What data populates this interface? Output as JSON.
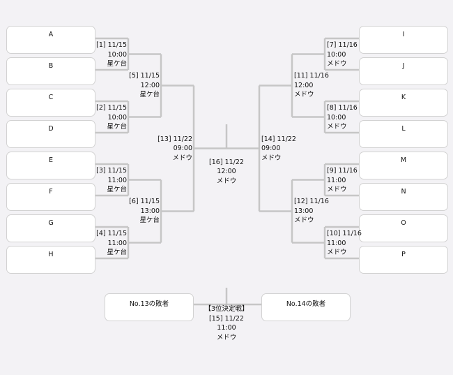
{
  "teams_left": [
    "A",
    "B",
    "C",
    "D",
    "E",
    "F",
    "G",
    "H"
  ],
  "teams_right": [
    "I",
    "J",
    "K",
    "L",
    "M",
    "N",
    "O",
    "P"
  ],
  "matches": {
    "m1": {
      "no": "[1] 11/15",
      "time": "10:00",
      "venue": "星ケ台"
    },
    "m2": {
      "no": "[2] 11/15",
      "time": "10:00",
      "venue": "星ケ台"
    },
    "m3": {
      "no": "[3] 11/15",
      "time": "11:00",
      "venue": "星ケ台"
    },
    "m4": {
      "no": "[4] 11/15",
      "time": "11:00",
      "venue": "星ケ台"
    },
    "m5": {
      "no": "[5] 11/15",
      "time": "12:00",
      "venue": "星ケ台"
    },
    "m6": {
      "no": "[6] 11/15",
      "time": "13:00",
      "venue": "星ケ台"
    },
    "m7": {
      "no": "[7] 11/16",
      "time": "10:00",
      "venue": "メドウ"
    },
    "m8": {
      "no": "[8] 11/16",
      "time": "10:00",
      "venue": "メドウ"
    },
    "m9": {
      "no": "[9] 11/16",
      "time": "11:00",
      "venue": "メドウ"
    },
    "m10": {
      "no": "[10] 11/16",
      "time": "11:00",
      "venue": "メドウ"
    },
    "m11": {
      "no": "[11] 11/16",
      "time": "12:00",
      "venue": "メドウ"
    },
    "m12": {
      "no": "[12] 11/16",
      "time": "13:00",
      "venue": "メドウ"
    },
    "m13": {
      "no": "[13] 11/22",
      "time": "09:00",
      "venue": "メドウ"
    },
    "m14": {
      "no": "[14] 11/22",
      "time": "09:00",
      "venue": "メドウ"
    },
    "m16": {
      "no": "[16] 11/22",
      "time": "12:00",
      "venue": "メドウ"
    },
    "m15": {
      "title": "【3位決定戦】",
      "no": "[15] 11/22",
      "time": "11:00",
      "venue": "メドウ"
    }
  },
  "third_place": {
    "left": "No.13の敗者",
    "right": "No.14の敗者"
  },
  "colors": {
    "line": "#c6c6c6",
    "box_border": "#d2d2d2",
    "background": "#f3f2f5"
  }
}
